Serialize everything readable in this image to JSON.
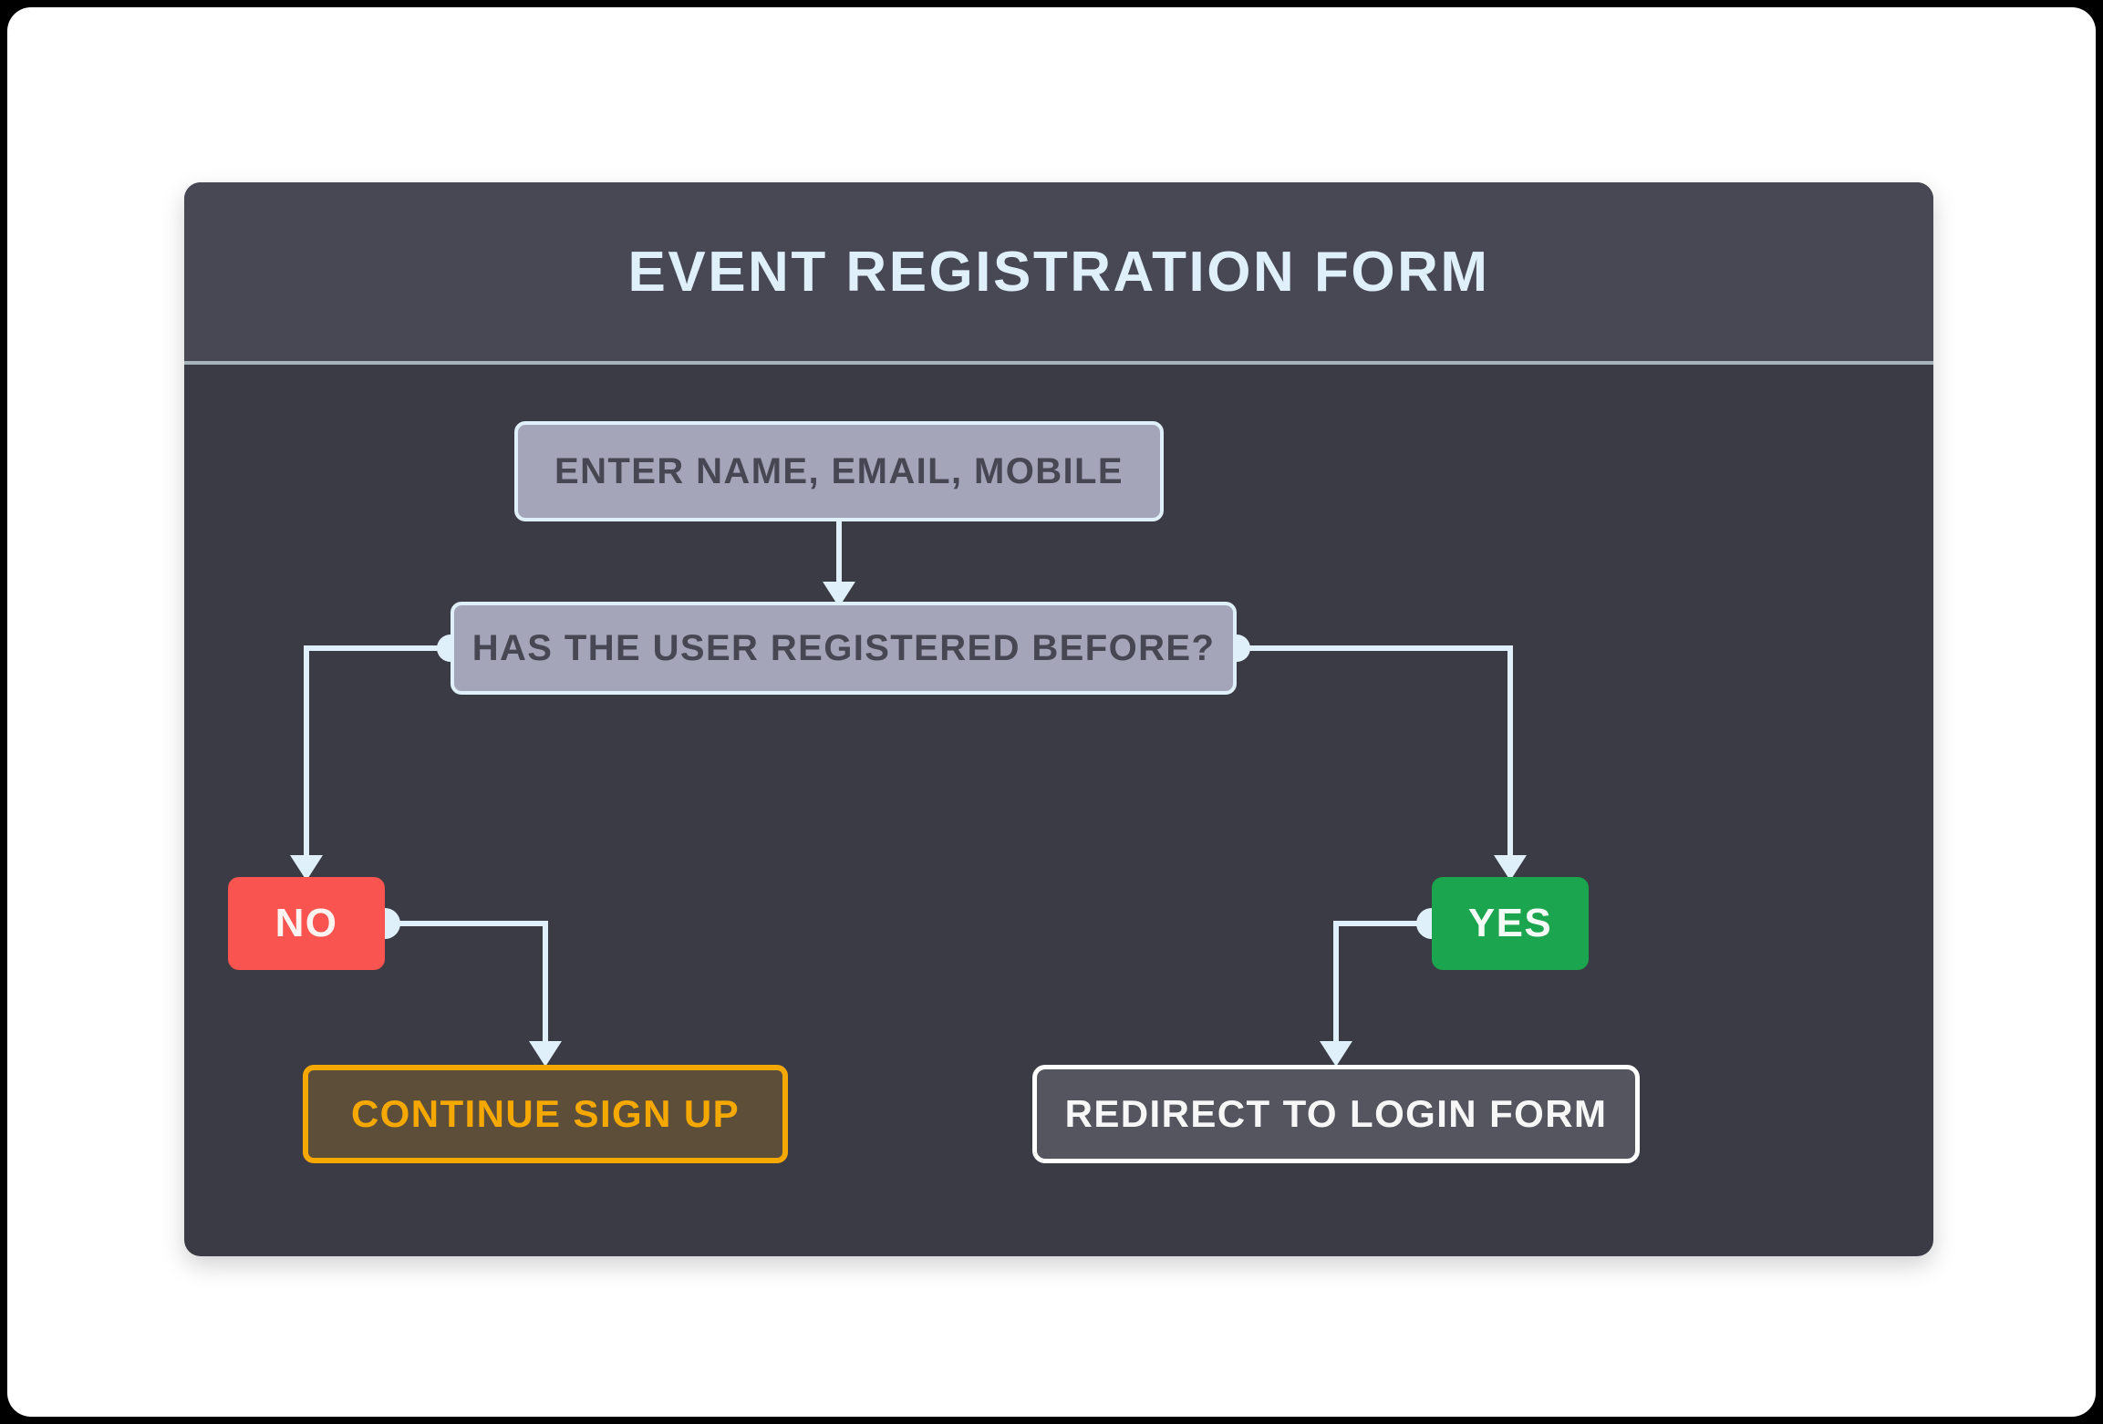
{
  "diagram": {
    "title": "EVENT REGISTRATION FORM",
    "type": "flowchart",
    "canvas_background": "#3b3b46",
    "header_background": "#484854",
    "connector_color": "#dff0fa",
    "nodes": [
      {
        "id": "enter",
        "label": "ENTER NAME, EMAIL, MOBILE",
        "shape": "process",
        "fill": "#a5a5ba",
        "border": "#dff0fa",
        "text_color": "#474754"
      },
      {
        "id": "decision",
        "label": "HAS THE USER REGISTERED BEFORE?",
        "shape": "decision",
        "fill": "#a5a5ba",
        "border": "#dff0fa",
        "text_color": "#474754"
      },
      {
        "id": "no",
        "label": "NO",
        "shape": "branch",
        "fill": "#f9544f",
        "border": "none",
        "text_color": "#fdf3f1"
      },
      {
        "id": "yes",
        "label": "YES",
        "shape": "branch",
        "fill": "#1ba54f",
        "border": "none",
        "text_color": "#f4fbf6"
      },
      {
        "id": "continue",
        "label": "CONTINUE SIGN UP",
        "shape": "terminal",
        "fill": "rgba(245,168,0,0.18)",
        "border": "#f5a800",
        "text_color": "#f5a800"
      },
      {
        "id": "redirect",
        "label": "REDIRECT TO LOGIN FORM",
        "shape": "terminal",
        "fill": "#55555f",
        "border": "#ffffff",
        "text_color": "#f7f7f8"
      }
    ],
    "edges": [
      {
        "from": "enter",
        "to": "decision",
        "label": ""
      },
      {
        "from": "decision",
        "to": "no",
        "label": ""
      },
      {
        "from": "decision",
        "to": "yes",
        "label": ""
      },
      {
        "from": "no",
        "to": "continue",
        "label": ""
      },
      {
        "from": "yes",
        "to": "redirect",
        "label": ""
      }
    ]
  }
}
